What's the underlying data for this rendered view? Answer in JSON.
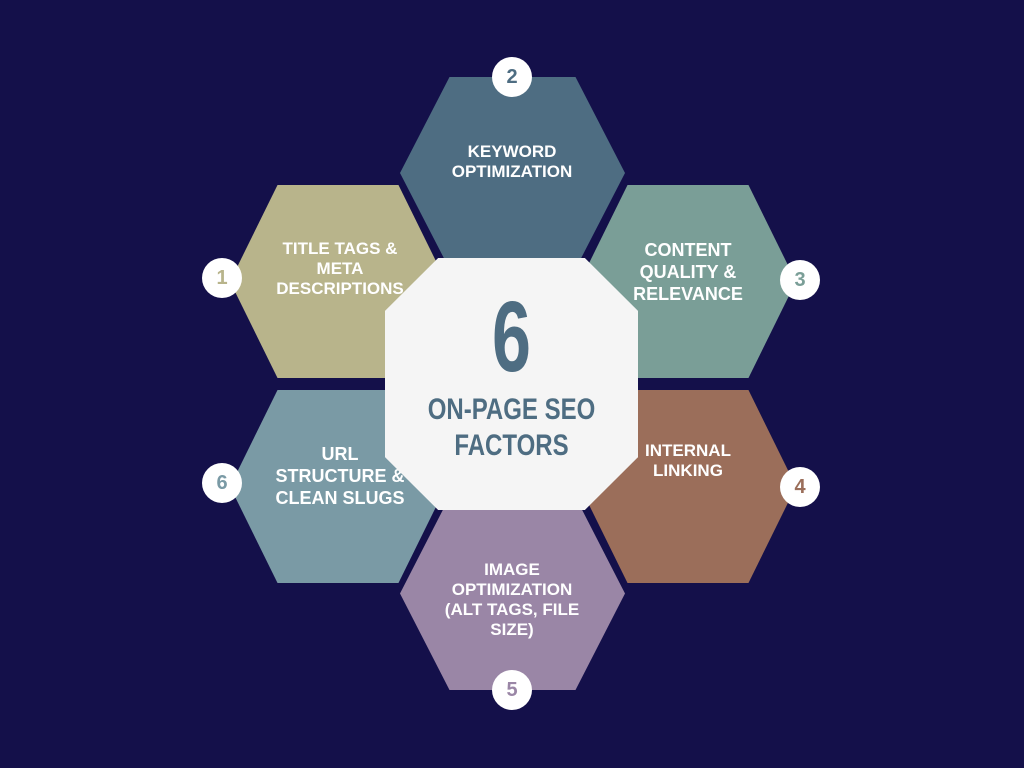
{
  "center": {
    "number": "6",
    "title": "ON-PAGE SEO\nFACTORS"
  },
  "factors": [
    {
      "number": "1",
      "label": "TITLE TAGS &\nMETA\nDESCRIPTIONS",
      "color": "#b8b48b"
    },
    {
      "number": "2",
      "label": "KEYWORD\nOPTIMIZATION",
      "color": "#4e6d82"
    },
    {
      "number": "3",
      "label": "CONTENT\nQUALITY &\nRELEVANCE",
      "color": "#7a9e97"
    },
    {
      "number": "4",
      "label": "INTERNAL\nLINKING",
      "color": "#9b6e5a"
    },
    {
      "number": "5",
      "label": "IMAGE\nOPTIMIZATION\n(ALT TAGS, FILE\nSIZE)",
      "color": "#9a86a6"
    },
    {
      "number": "6",
      "label": "URL\nSTRUCTURE &\nCLEAN SLUGS",
      "color": "#7a9aa5"
    }
  ]
}
